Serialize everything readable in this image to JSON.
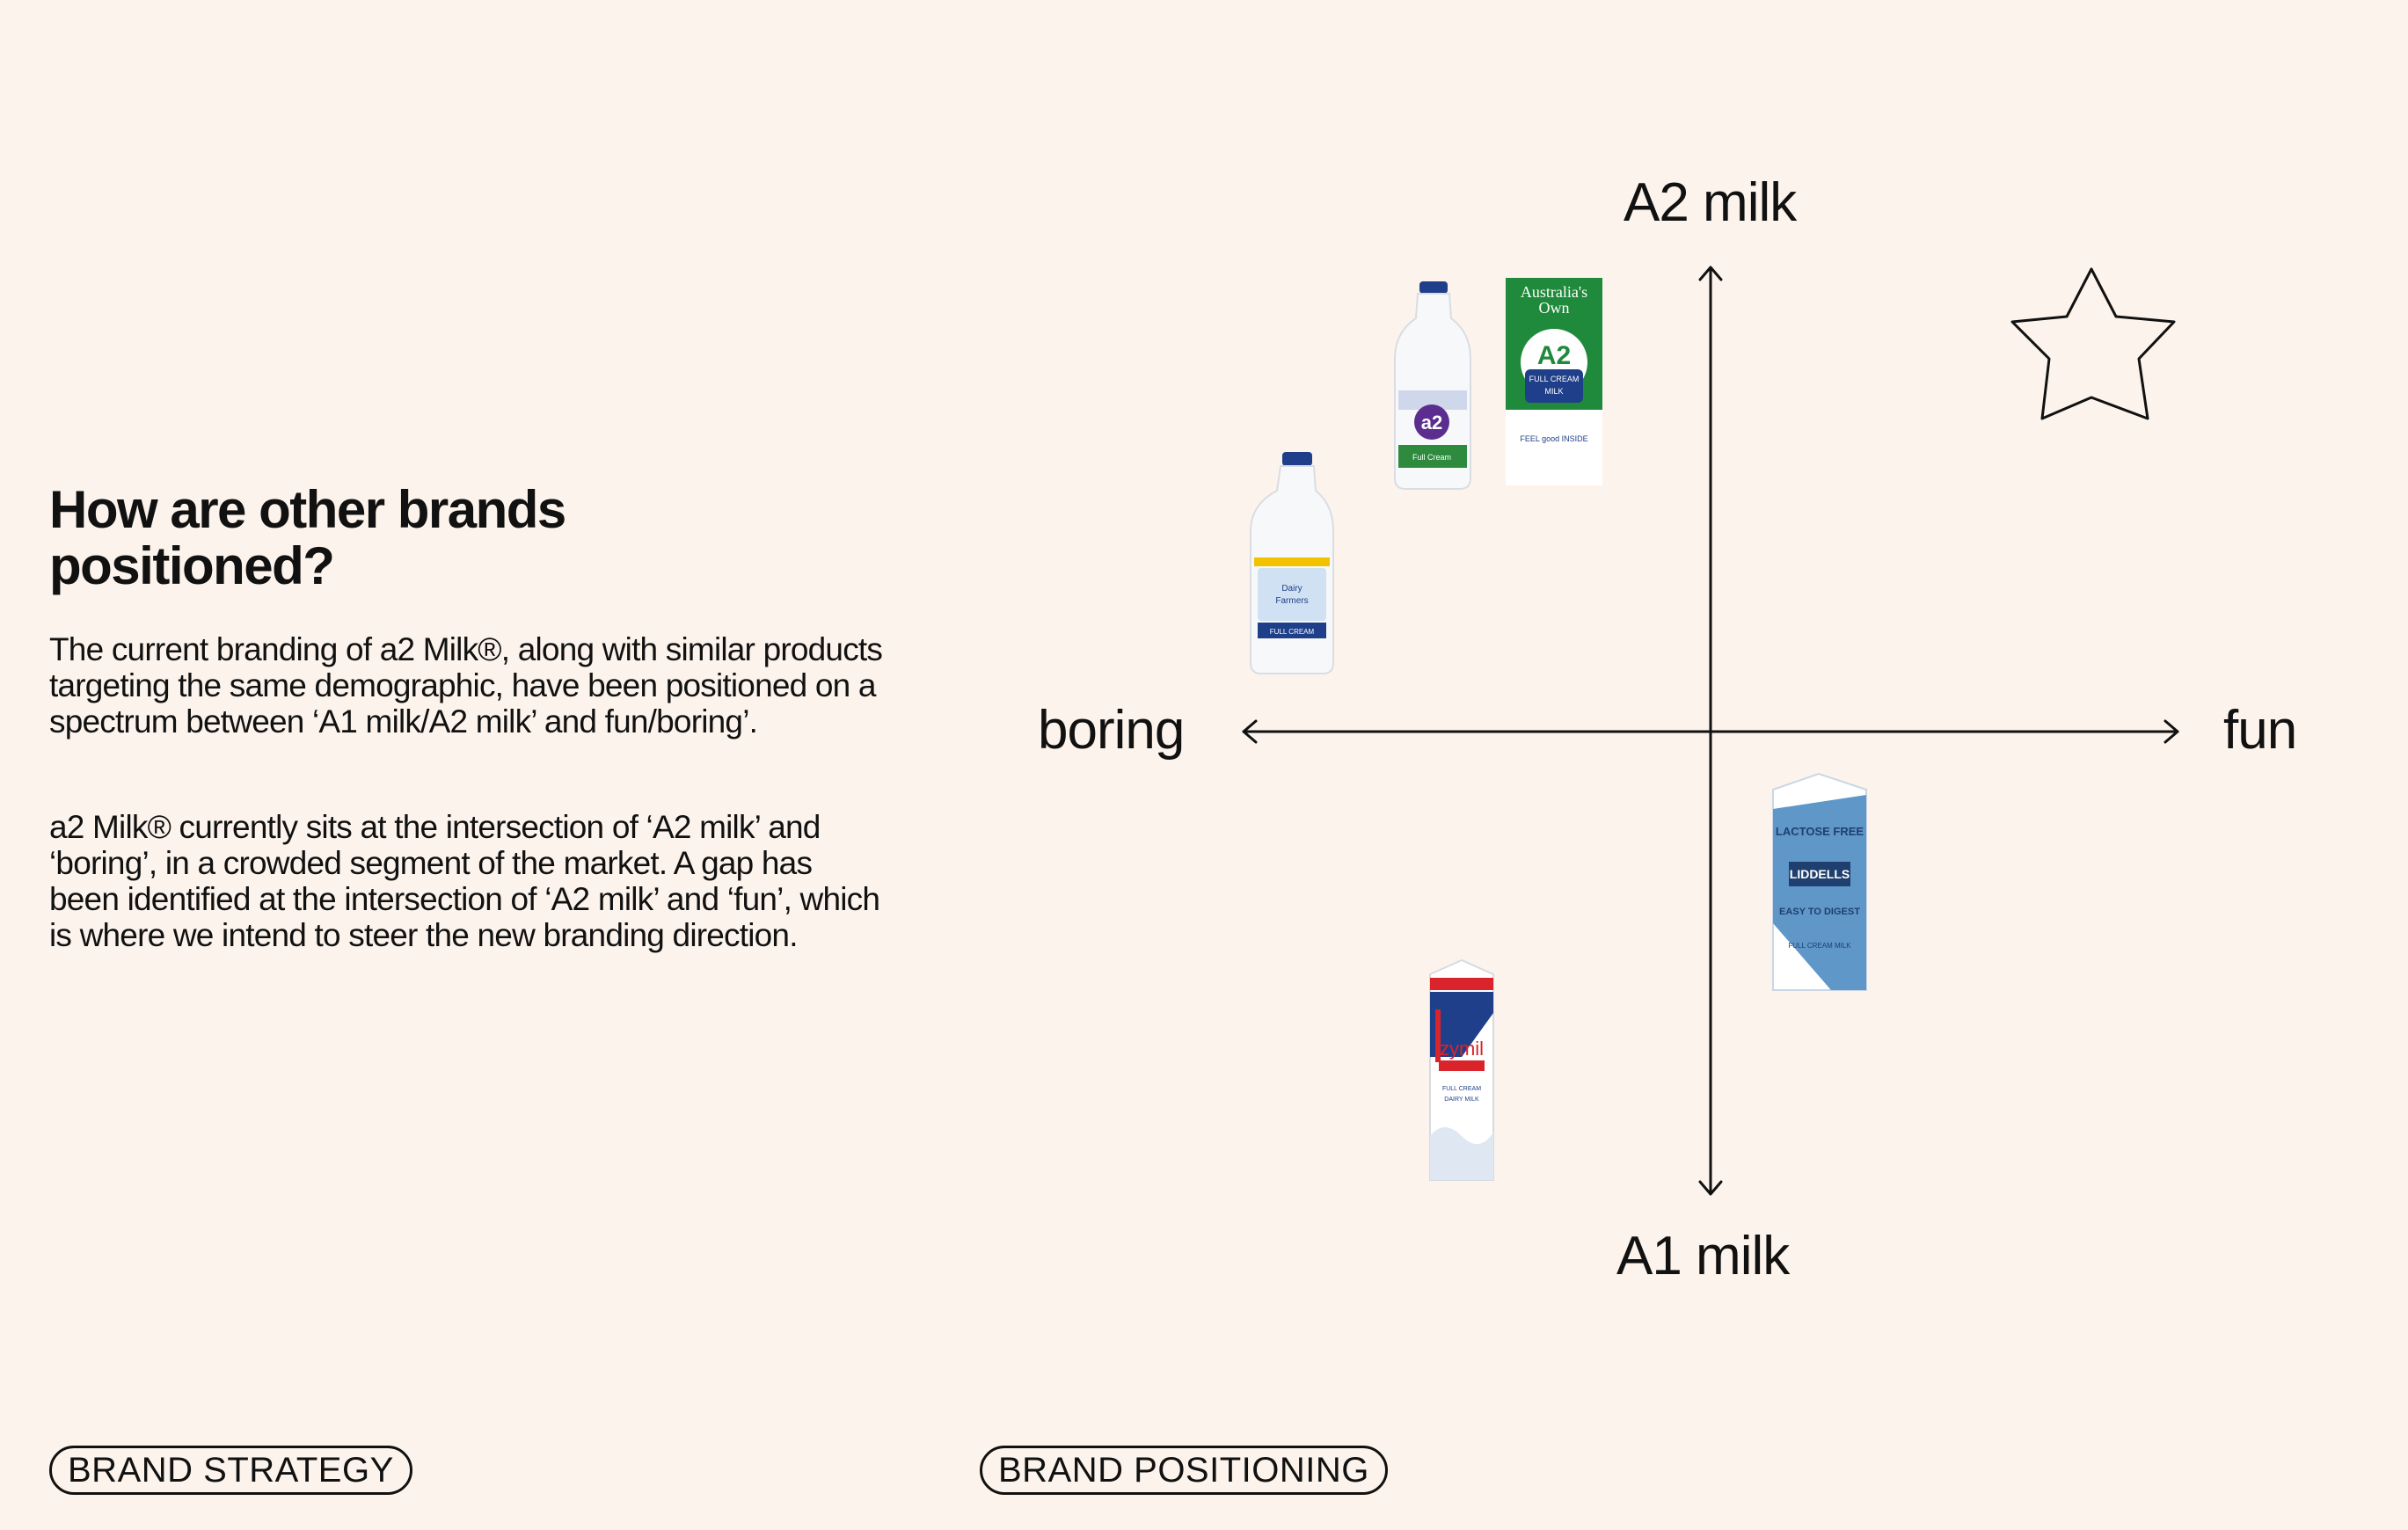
{
  "slide": {
    "heading": "How are other brands positioned?",
    "paragraph_1": "The current branding of a2 Milk®, along with similar products targeting the same demographic, have been positioned on a spectrum between ‘A1 milk/A2 milk’ and fun/boring’.",
    "paragraph_2": "a2 Milk® currently sits at the intersection of ‘A2 milk’ and ‘boring’, in a crowded segment of the market. A gap has been identified at the intersection of ‘A2 milk’ and ‘fun’, which is where we intend to steer the new branding direction."
  },
  "positioning_map": {
    "axis_top": "A2 milk",
    "axis_bottom": "A1 milk",
    "axis_left": "boring",
    "axis_right": "fun",
    "target_marker": "star-icon",
    "products": [
      {
        "id": "dairy-farmers",
        "label_1": "Dairy",
        "label_2": "Farmers",
        "label_3": "FULL CREAM"
      },
      {
        "id": "a2-bottle",
        "logo": "a2",
        "label_1": "Full Cream"
      },
      {
        "id": "australias-own",
        "brand_1": "Australia's",
        "brand_2": "Own",
        "logo": "A2",
        "label_1": "FULL CREAM",
        "label_2": "MILK",
        "tagline": "FEEL good INSIDE"
      },
      {
        "id": "liddells",
        "label_1": "LACTOSE FREE",
        "brand": "LIDDELLS",
        "label_2": "EASY TO DIGEST",
        "label_3": "FULL CREAM MILK"
      },
      {
        "id": "zymil",
        "brand": "zymil",
        "label_1": "FULL CREAM",
        "label_2": "DAIRY MILK"
      }
    ]
  },
  "footer": {
    "left_tag": "BRAND STRATEGY",
    "right_tag": "BRAND POSITIONING"
  },
  "colors": {
    "background": "#fcf4ec",
    "text": "#111111",
    "australias_own_green": "#1f8a3b",
    "a2_purple": "#5b2d8e",
    "liddells_blue": "#5f97c9",
    "zymil_red": "#d8242a",
    "dairy_farmers_blue": "#1f3f8a"
  }
}
